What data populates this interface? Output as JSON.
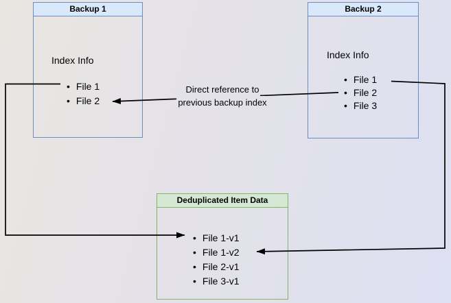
{
  "diagram": {
    "backup1": {
      "title": "Backup 1",
      "subtitle": "Index Info",
      "files": [
        "File 1",
        "File 2"
      ]
    },
    "backup2": {
      "title": "Backup 2",
      "subtitle": "Index Info",
      "files": [
        "File 1",
        "File 2",
        "File 3"
      ]
    },
    "dedup": {
      "title": "Deduplicated Item Data",
      "files": [
        "File 1-v1",
        "File 1-v2",
        "File 2-v1",
        "File 3-v1"
      ]
    },
    "annotation": {
      "line1": "Direct reference to",
      "line2": "previous backup index"
    },
    "bullet": "•",
    "colors": {
      "blue_header_fill": "#dae8fc",
      "blue_border": "#6c8ebf",
      "green_header_fill": "#d5e8d4",
      "green_border": "#82b366",
      "arrow": "#000000",
      "canvas_left": "#e9e6e2",
      "canvas_right": "#dde0f2"
    }
  }
}
